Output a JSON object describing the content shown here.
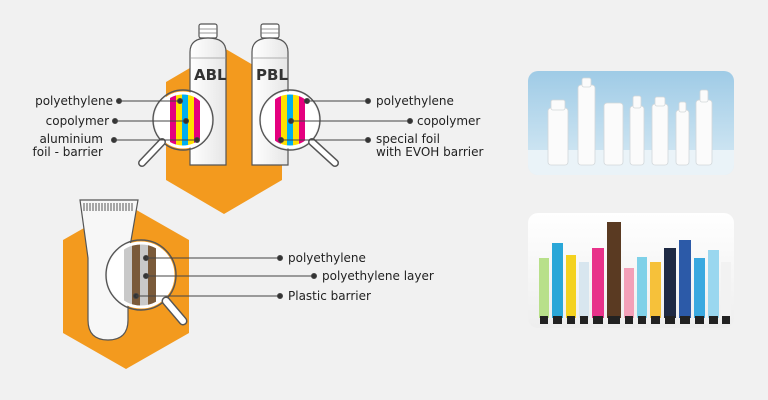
{
  "top_diagram": {
    "abl": {
      "title": "ABL",
      "layers": [
        "polyethylene",
        "copolymer",
        "aluminium",
        "foil - barrier"
      ]
    },
    "pbl": {
      "title": "PBL",
      "layers": [
        "polyethylene",
        "copolymer",
        "special foil",
        "with EVOH barrier"
      ]
    }
  },
  "bottom_diagram": {
    "layers": [
      "polyethylene",
      "polyethylene layer",
      "Plastic barrier"
    ]
  },
  "colors": {
    "accent_orange": "#f39a1e",
    "stripe_magenta": "#e4007f",
    "stripe_yellow": "#ffe000",
    "stripe_cyan": "#00aeef",
    "stripe_brown": "#7a5a3a",
    "stripe_gray": "#c9c9c9"
  },
  "icons": [
    "magnifier-icon",
    "bottle-icon",
    "tube-icon"
  ]
}
